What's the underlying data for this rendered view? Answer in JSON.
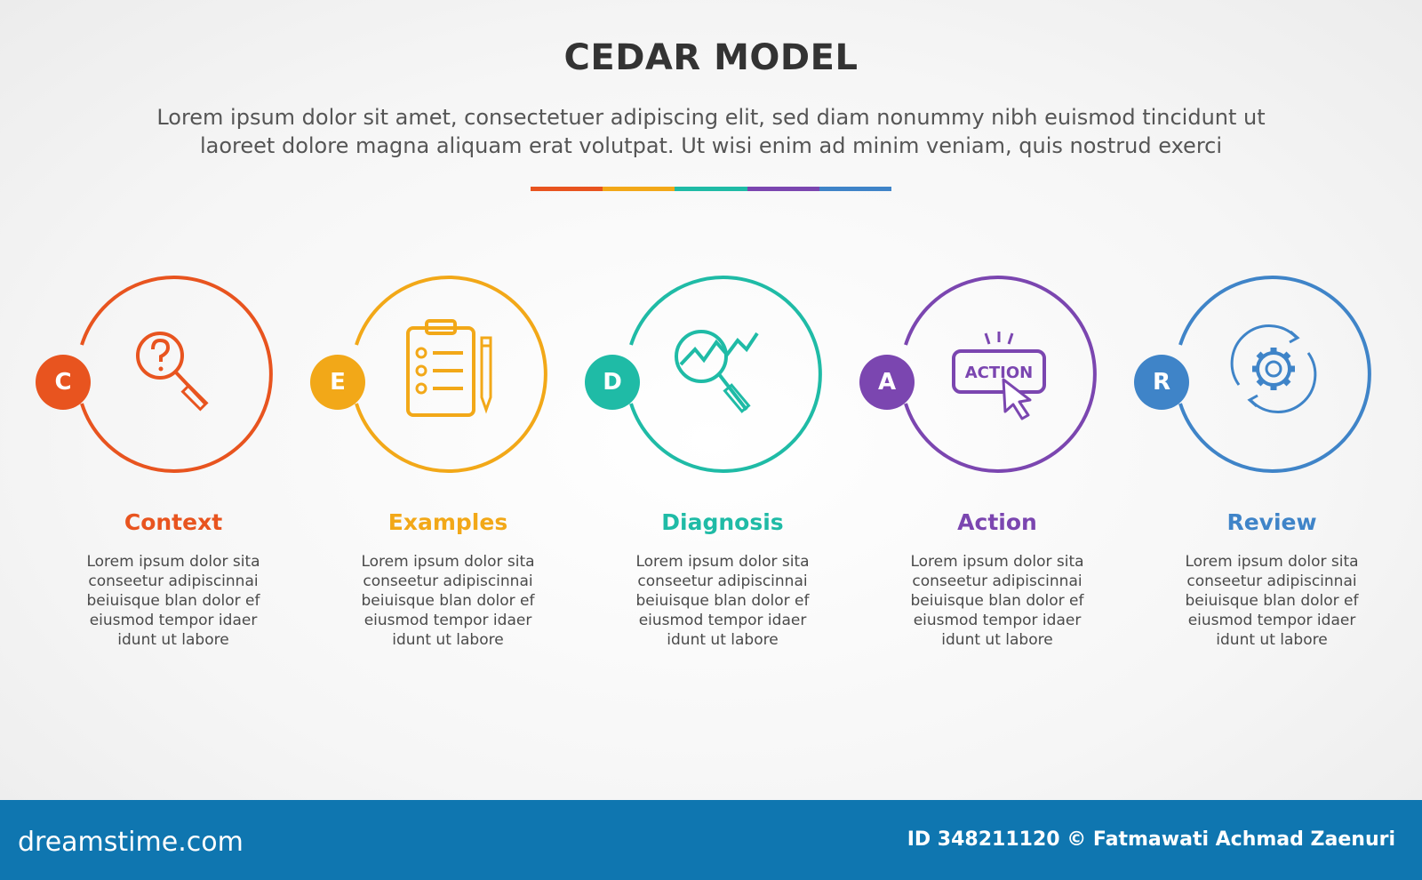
{
  "title": "CEDAR MODEL",
  "subtitle": [
    "Lorem ipsum dolor sit amet, consectetuer adipiscing elit, sed diam nonummy nibh euismod tincidunt ut",
    "laoreet dolore magna aliquam erat volutpat. Ut wisi enim ad minim veniam, quis nostrud exerci"
  ],
  "colors": {
    "orange_red": "#e8541f",
    "yellow": "#f2a818",
    "teal": "#1fbba6",
    "purple": "#7b46b0",
    "blue": "#3f84c8"
  },
  "steps": [
    {
      "letter": "C",
      "title": "Context",
      "color": "#e8541f",
      "icon": "question-magnifier-icon",
      "desc": [
        "Lorem ipsum dolor sita",
        "conseetur adipiscinnai",
        "beiuisque blan dolor ef",
        "eiusmod tempor idaer",
        "idunt ut labore"
      ]
    },
    {
      "letter": "E",
      "title": "Examples",
      "color": "#f2a818",
      "icon": "clipboard-checklist-icon",
      "desc": [
        "Lorem ipsum dolor sita",
        "conseetur adipiscinnai",
        "beiuisque blan dolor ef",
        "eiusmod tempor idaer",
        "idunt ut labore"
      ]
    },
    {
      "letter": "D",
      "title": "Diagnosis",
      "color": "#1fbba6",
      "icon": "chart-magnifier-icon",
      "desc": [
        "Lorem ipsum dolor sita",
        "conseetur adipiscinnai",
        "beiuisque blan dolor ef",
        "eiusmod tempor idaer",
        "idunt ut labore"
      ]
    },
    {
      "letter": "A",
      "title": "Action",
      "color": "#7b46b0",
      "icon": "action-button-cursor-icon",
      "icon_text": "ACTION",
      "desc": [
        "Lorem ipsum dolor sita",
        "conseetur adipiscinnai",
        "beiuisque blan dolor ef",
        "eiusmod tempor idaer",
        "idunt ut labore"
      ]
    },
    {
      "letter": "R",
      "title": "Review",
      "color": "#3f84c8",
      "icon": "gear-cycle-icon",
      "desc": [
        "Lorem ipsum dolor sita",
        "conseetur adipiscinnai",
        "beiuisque blan dolor ef",
        "eiusmod tempor idaer",
        "idunt ut labore"
      ]
    }
  ],
  "footer": {
    "logo": "dreamstime.com",
    "credit": "ID 348211120 © Fatmawati  Achmad Zaenuri"
  }
}
